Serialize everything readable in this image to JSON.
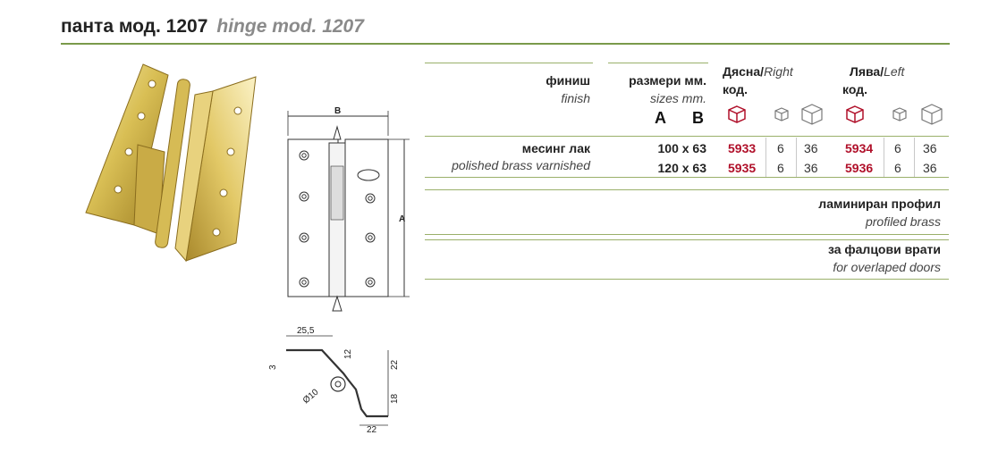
{
  "header": {
    "title_bg": "панта мод. 1207",
    "title_en": "hinge mod. 1207"
  },
  "table": {
    "finish_bg": "финиш",
    "finish_en": "finish",
    "sizes_bg": "размери мм.",
    "sizes_en": "sizes mm.",
    "col_a": "A",
    "col_b": "B",
    "right_bg": "Дясна/",
    "right_en": "Right",
    "right_code": "код.",
    "left_bg": "Лява/",
    "left_en": "Left",
    "left_code": "код.",
    "material_bg": "месинг лак",
    "material_en": "polished brass varnished",
    "rows": [
      {
        "size": "100 x 63",
        "right_code": "5933",
        "right_q1": "6",
        "right_q2": "36",
        "left_code": "5934",
        "left_q1": "6",
        "left_q2": "36"
      },
      {
        "size": "120 x 63",
        "right_code": "5935",
        "right_q1": "6",
        "right_q2": "36",
        "left_code": "5936",
        "left_q1": "6",
        "left_q2": "36"
      }
    ]
  },
  "notes": {
    "profile_bg": "ламиниран профил",
    "profile_en": "profiled brass",
    "door_bg": "за фалцови врати",
    "door_en": "for overlaped doors"
  },
  "drawing": {
    "label_b": "B",
    "label_a": "A"
  },
  "profile_dims": {
    "d1": "25,5",
    "d2": "3",
    "d3": "12",
    "d4": "22",
    "d5": "Ø10",
    "d6": "18",
    "d7": "22"
  },
  "colors": {
    "accent_line": "#7a9a4a",
    "code_red": "#b0102a",
    "brass": "#d8c36a"
  }
}
